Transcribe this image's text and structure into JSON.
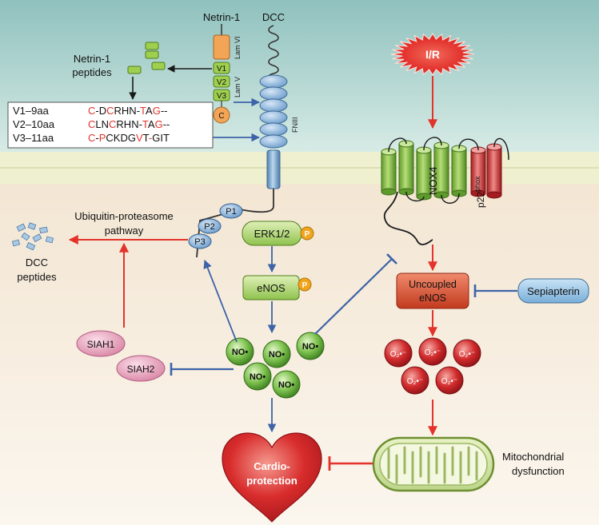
{
  "colors": {
    "top_bg": "#bcdad6",
    "bottom_bg": "#f6ecdd",
    "membrane_head": "#d8e29a",
    "activate_arrow": "#e3332b",
    "inhibit_arrow": "#3d63a8",
    "black_arrow": "#1a1a1a",
    "receptor_blue": "#8cb3d8",
    "no_green": "#5aa53a",
    "superoxide_red": "#c8242a",
    "heart_red": "#d62b2b",
    "phospho_orange": "#f0a51c"
  },
  "netrin": {
    "title": "Netrin-1",
    "domains": [
      "V1",
      "V2",
      "V3"
    ],
    "c_domain": "C",
    "lam_vi": "Lam VI",
    "lam_v": "Lam V",
    "peptides_label_1": "Netrin-1",
    "peptides_label_2": "peptides"
  },
  "peptide_table": [
    {
      "name": "V1–9aa",
      "seq": "C-DCRHN-TAG--"
    },
    {
      "name": "V2–10aa",
      "seq": "CLNCRHN-TAG--"
    },
    {
      "name": "V3–11aa",
      "seq": "C-PCKDGVT-GIT"
    }
  ],
  "dcc": {
    "title": "DCC",
    "fniii": "FNIII",
    "p_sites": [
      "P1",
      "P2",
      "P3"
    ]
  },
  "ubiquitin": {
    "line1": "Ubiquitin-proteasome",
    "line2": "pathway",
    "dcc_peptides_1": "DCC",
    "dcc_peptides_2": "peptides"
  },
  "signaling": {
    "erk": "ERK1/2",
    "enos": "eNOS",
    "phospho": "P",
    "no_label": "NO•"
  },
  "siah": {
    "siah1": "SIAH1",
    "siah2": "SIAH2"
  },
  "ir": {
    "label": "I/R"
  },
  "nox": {
    "nox4": "NOX4",
    "p22": "p22",
    "phox": "phox"
  },
  "uncoupled": {
    "line1": "Uncoupled",
    "line2": "eNOS"
  },
  "sepiapterin": {
    "label": "Sepiapterin"
  },
  "superoxide": {
    "label": "O₂•⁻"
  },
  "mito": {
    "line1": "Mitochondrial",
    "line2": "dysfunction"
  },
  "heart": {
    "line1": "Cardio-",
    "line2": "protection"
  }
}
